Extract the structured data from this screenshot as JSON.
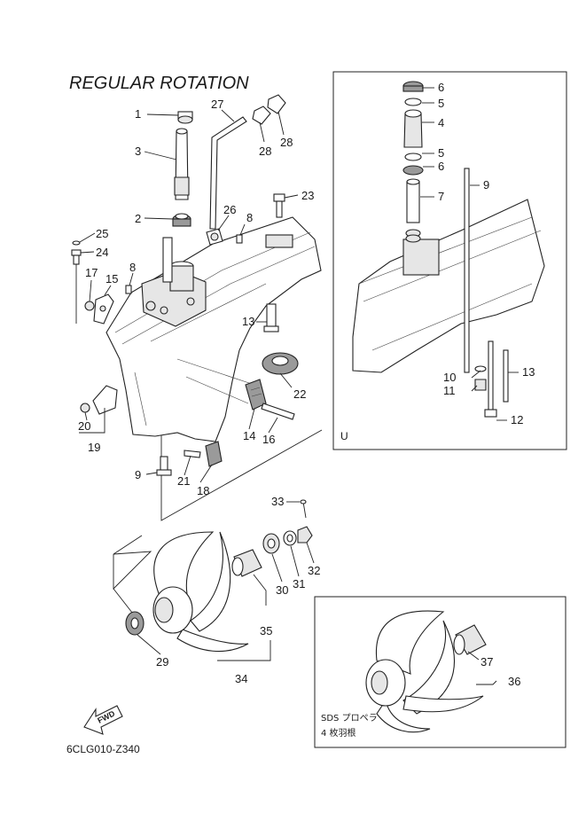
{
  "title": "REGULAR ROTATION",
  "drawing_code": "6CLG010-Z340",
  "fwd_label": "FWD",
  "inset_u_label": "U",
  "sds_note": {
    "line1": "SDS プロペラ",
    "line2": "4 枚羽根"
  },
  "main_callouts": [
    {
      "id": "c1",
      "n": "1"
    },
    {
      "id": "c3",
      "n": "3"
    },
    {
      "id": "c27",
      "n": "27"
    },
    {
      "id": "c28a",
      "n": "28"
    },
    {
      "id": "c28b",
      "n": "28"
    },
    {
      "id": "c2",
      "n": "2"
    },
    {
      "id": "c26",
      "n": "26"
    },
    {
      "id": "c8a",
      "n": "8"
    },
    {
      "id": "c23",
      "n": "23"
    },
    {
      "id": "c25",
      "n": "25"
    },
    {
      "id": "c24",
      "n": "24"
    },
    {
      "id": "c8b",
      "n": "8"
    },
    {
      "id": "c17",
      "n": "17"
    },
    {
      "id": "c15",
      "n": "15"
    },
    {
      "id": "c13a",
      "n": "13"
    },
    {
      "id": "c22",
      "n": "22"
    },
    {
      "id": "c20",
      "n": "20"
    },
    {
      "id": "c19",
      "n": "19"
    },
    {
      "id": "c14",
      "n": "14"
    },
    {
      "id": "c16",
      "n": "16"
    },
    {
      "id": "c9a",
      "n": "9"
    },
    {
      "id": "c21",
      "n": "21"
    },
    {
      "id": "c18",
      "n": "18"
    },
    {
      "id": "c33",
      "n": "33"
    },
    {
      "id": "c30",
      "n": "30"
    },
    {
      "id": "c31",
      "n": "31"
    },
    {
      "id": "c32",
      "n": "32"
    },
    {
      "id": "c35",
      "n": "35"
    },
    {
      "id": "c29",
      "n": "29"
    },
    {
      "id": "c34",
      "n": "34"
    }
  ],
  "inset_callouts": [
    {
      "id": "i6a",
      "n": "6"
    },
    {
      "id": "i5a",
      "n": "5"
    },
    {
      "id": "i4",
      "n": "4"
    },
    {
      "id": "i5b",
      "n": "5"
    },
    {
      "id": "i6b",
      "n": "6"
    },
    {
      "id": "i9",
      "n": "9"
    },
    {
      "id": "i7",
      "n": "7"
    },
    {
      "id": "i10",
      "n": "10"
    },
    {
      "id": "i11",
      "n": "11"
    },
    {
      "id": "i13",
      "n": "13"
    },
    {
      "id": "i12",
      "n": "12"
    }
  ],
  "sds_callouts": [
    {
      "id": "s37",
      "n": "37"
    },
    {
      "id": "s36",
      "n": "36"
    }
  ],
  "icons": [
    "fwd-arrow-icon"
  ]
}
